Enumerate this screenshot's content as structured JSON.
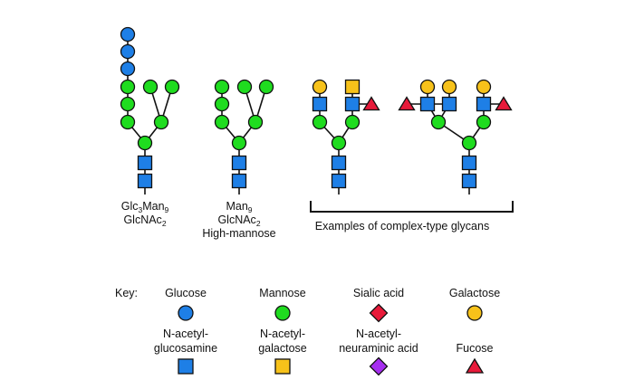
{
  "colors": {
    "glucose": "#1e7fe6",
    "mannose": "#1fdc1f",
    "galactose": "#f7c21a",
    "glcnac": "#1e7fe6",
    "galnac": "#f7c21a",
    "sialic": "#e81a3a",
    "neunac": "#a62ef0",
    "fucose": "#e81a3a",
    "stroke": "#111111"
  },
  "structures": {
    "glc3man9": {
      "line1": {
        "base": "Glc",
        "sub1": "3",
        "mid": "Man",
        "sub2": "9"
      },
      "line2": {
        "base": "GlcNAc",
        "sub": "2"
      }
    },
    "man9": {
      "line1": {
        "base": "Man",
        "sub": "9"
      },
      "line2": {
        "base": "GlcNAc",
        "sub": "2"
      },
      "line3": "High-mannose"
    },
    "complex_caption": "Examples of complex-type glycans"
  },
  "key": {
    "label": "Key:",
    "items": [
      {
        "id": "glucose",
        "lines": [
          "Glucose"
        ],
        "shape": "circle",
        "color": "glucose"
      },
      {
        "id": "mannose",
        "lines": [
          "Mannose"
        ],
        "shape": "circle",
        "color": "mannose"
      },
      {
        "id": "sialic",
        "lines": [
          "Sialic acid"
        ],
        "shape": "diamond",
        "color": "sialic"
      },
      {
        "id": "galactose",
        "lines": [
          "Galactose"
        ],
        "shape": "circle",
        "color": "galactose"
      },
      {
        "id": "glcnac",
        "lines": [
          "N-acetyl-",
          "glucosamine"
        ],
        "shape": "square",
        "color": "glcnac"
      },
      {
        "id": "galnac",
        "lines": [
          "N-acetyl-",
          "galactose"
        ],
        "shape": "square",
        "color": "galnac"
      },
      {
        "id": "neunac",
        "lines": [
          "N-acetyl-",
          "neuraminic acid"
        ],
        "shape": "diamond",
        "color": "neunac"
      },
      {
        "id": "fucose",
        "lines": [
          "Fucose"
        ],
        "shape": "triangle",
        "color": "fucose"
      }
    ]
  }
}
